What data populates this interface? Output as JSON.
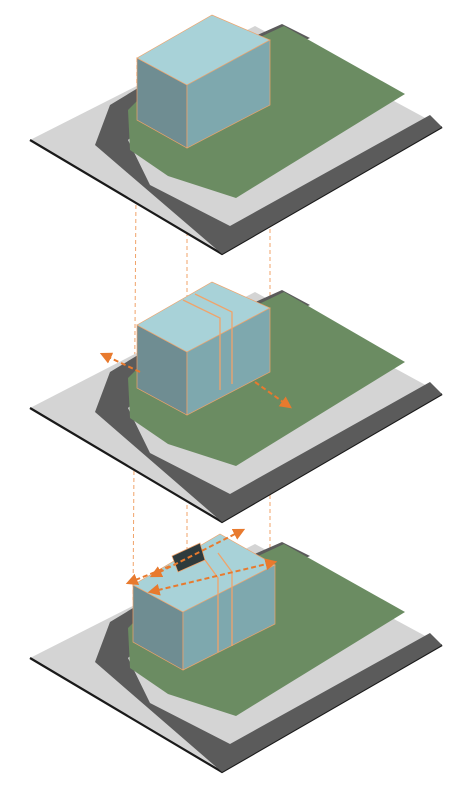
{
  "colors": {
    "background": "#ffffff",
    "plate_top": "#d4d4d4",
    "plate_edge": "#1a1a1a",
    "road": "#5b5b5b",
    "grass": "#6b8c62",
    "roof": "#a8d2d8",
    "wall_left": "#6f8d92",
    "wall_right": "#7ea8ae",
    "guide": "#f0a36a",
    "arrow": "#e87a2e"
  },
  "steps": [
    {
      "stage": "original-volume"
    },
    {
      "stage": "sliced-volume"
    },
    {
      "stage": "extended-volume"
    }
  ]
}
